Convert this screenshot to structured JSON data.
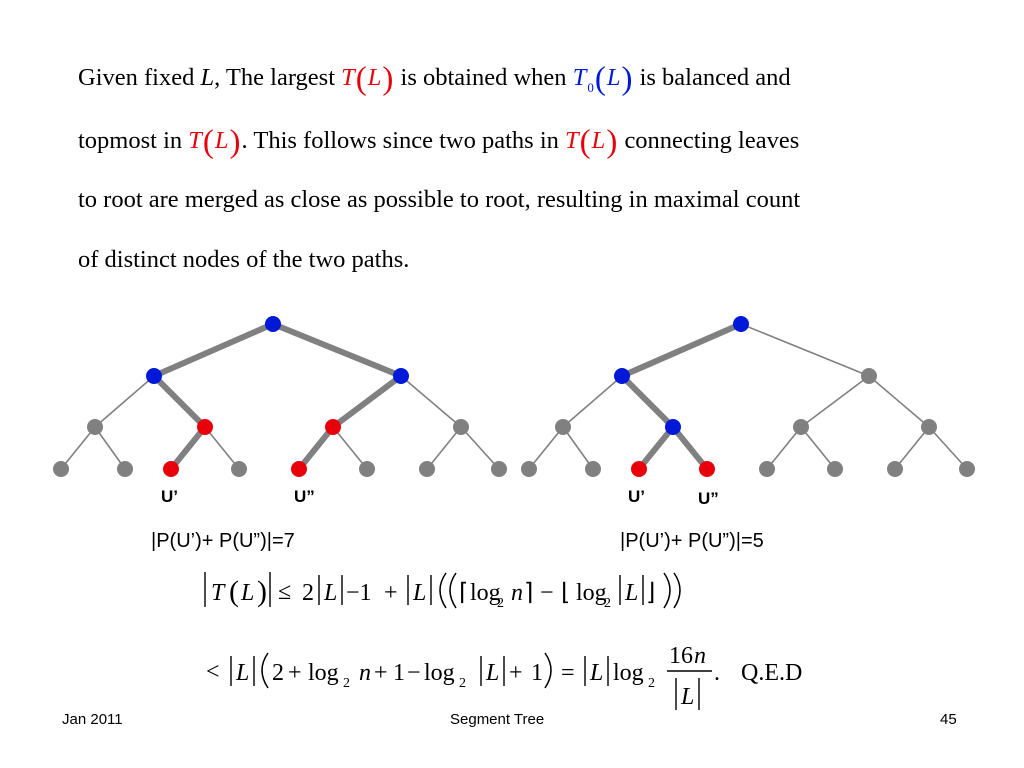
{
  "text": {
    "l1": {
      "a": "Given fixed ",
      "L": "L",
      "b": ", The largest ",
      "T": "T",
      "pl": "(",
      "L2": "L",
      "pr": ")",
      "c": " is obtained when ",
      "T0": "T",
      "sub": "0",
      "pl2": "(",
      "L3": "L",
      "pr2": ")",
      "d": " is balanced and"
    },
    "l2": {
      "a": "topmost in ",
      "T": "T",
      "pl": "(",
      "L": "L",
      "pr": ")",
      "b": ". This follows since two paths in ",
      "T2": "T",
      "pl2": "(",
      "L2": "L",
      "pr2": ")",
      "c": " connecting leaves"
    },
    "l3": "to root are merged as close as possible to root, resulting in maximal count",
    "l4": "of distinct nodes of the two paths."
  },
  "trees": {
    "left": {
      "u1": "U’",
      "u2": "U”",
      "count": "|P(U’)+ P(U”)|=7"
    },
    "right": {
      "u1": "U’",
      "u2": "U”",
      "count": "|P(U’)+ P(U”)|=5"
    }
  },
  "formula": {
    "line1": {
      "bar": "|",
      "T": "T",
      "pl": "(",
      "L": "L",
      "pr": ")",
      "leq": "≤",
      "two": "2",
      "minus1": "−1",
      "plus": "+",
      "ceil_l": "⌈",
      "ceil_r": "⌉",
      "floor_l": "⌊",
      "floor_r": "⌋",
      "log": "log",
      "base": "2",
      "n": "n",
      "minus": "−"
    },
    "line2": {
      "lt": "<",
      "two": "2",
      "plus": "+",
      "log": "log",
      "base": "2",
      "n": "n",
      "one": "1",
      "minus": "−",
      "eq": "=",
      "num": "16",
      "frac_n": "n",
      "period": ".",
      "qed": "Q.E.D"
    }
  },
  "colors": {
    "blue": "#0018d8",
    "red": "#e8000b",
    "gray": "#808080"
  },
  "footer": {
    "left": "Jan 2011",
    "center": "Segment Tree",
    "right": "45"
  }
}
